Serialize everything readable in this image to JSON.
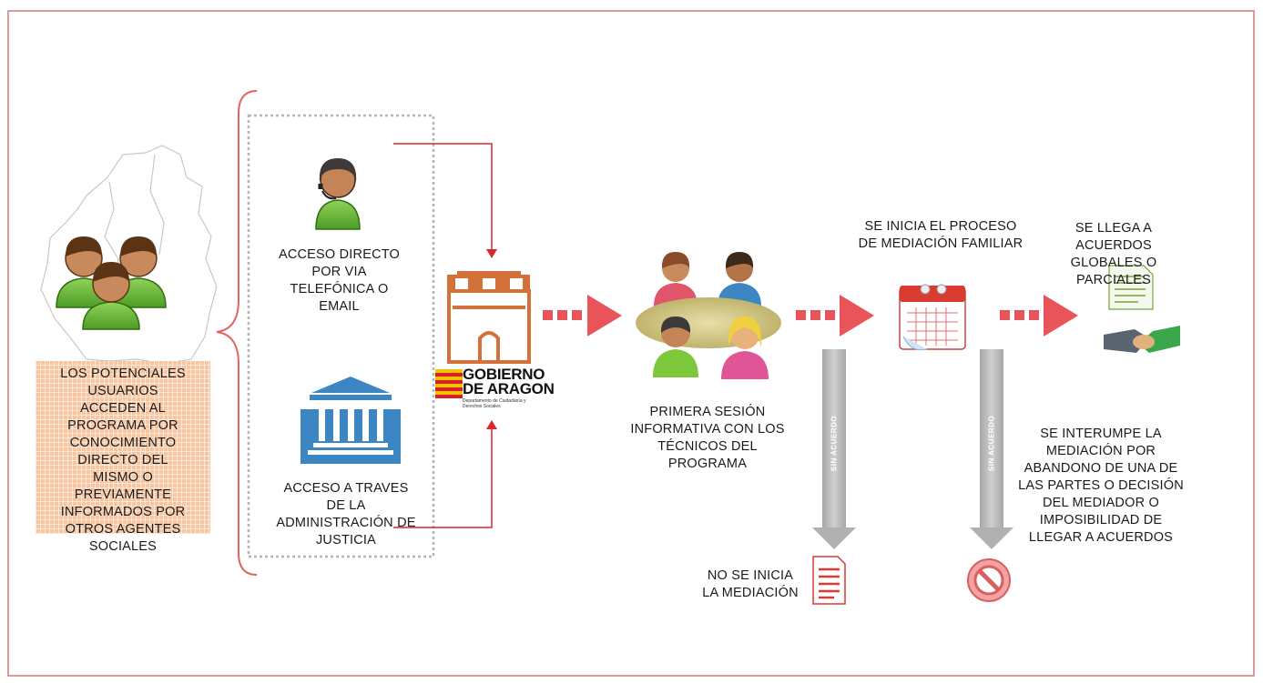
{
  "users": {
    "text": "LOS POTENCIALES USUARIOS ACCEDEN AL PROGRAMA POR CONOCIMIENTO DIRECTO DEL MISMO O PREVIAMENTE INFORMADOS  POR OTROS AGENTES SOCIALES",
    "lines": [
      "LOS POTENCIALES",
      "USUARIOS",
      "ACCEDEN AL",
      "PROGRAMA POR",
      "CONOCIMIENTO",
      "DIRECTO DEL",
      "MISMO O",
      "PREVIAMENTE",
      "INFORMADOS  POR",
      "OTROS AGENTES",
      "SOCIALES"
    ]
  },
  "access_direct": {
    "lines": [
      "ACCESO DIRECTO",
      "POR VIA",
      "TELEFÓNICA O",
      "EMAIL"
    ]
  },
  "access_justice": {
    "lines": [
      "ACCESO A TRAVES",
      "DE LA",
      "ADMINISTRACIÓN DE",
      "JUSTICIA"
    ]
  },
  "logo": {
    "title_line1": "GOBIERNO",
    "title_line2": "DE ARAGON",
    "subtitle": "Departamento de Ciudadanía y Derechos Sociales"
  },
  "first_session": {
    "lines": [
      "PRIMERA SESIÓN",
      "INFORMATIVA CON LOS",
      "TÉCNICOS DEL",
      "PROGRAMA"
    ]
  },
  "process_start": {
    "lines": [
      "SE INICIA  EL PROCESO",
      "DE MEDIACIÓN FAMILIAR"
    ]
  },
  "agreements": {
    "lines": [
      "SE LLEGA A",
      "ACUERDOS",
      "GLOBALES O",
      "PARCIALES"
    ]
  },
  "no_start": {
    "lines": [
      "NO SE INICIA",
      "LA MEDIACIÓN"
    ]
  },
  "interrupt": {
    "lines": [
      "SE INTERUMPE LA",
      "MEDIACIÓN POR",
      "ABANDONO DE UNA DE",
      "LAS PARTES O DECISIÓN",
      "DEL MEDIADOR O",
      "IMPOSIBILIDAD DE",
      "LLEGAR A ACUERDOS"
    ]
  },
  "arrow_labels": {
    "left": "SIN ACUERDO",
    "right": "SIN ACUERDO"
  },
  "colors": {
    "frame": "#d89a9a",
    "arrow": "#e8545a",
    "red_line": "#d9262d",
    "gray_arrow": "#b9b9b9",
    "user_green": "#6cbf3c",
    "building_blue": "#3d86c4",
    "logo_orange": "#d4713a"
  },
  "icons": [
    "map-icon",
    "users-group-icon",
    "headset-operator-icon",
    "courthouse-icon",
    "government-building-icon",
    "meeting-icon",
    "calendar-icon",
    "document-icon",
    "handshake-icon",
    "no-entry-icon"
  ]
}
